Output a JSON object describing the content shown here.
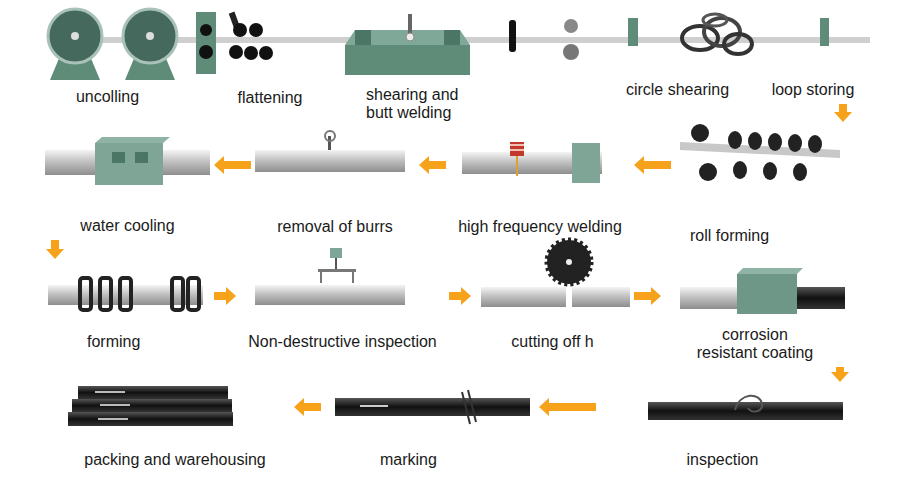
{
  "diagram": {
    "nodes": [
      {
        "text": [
          "uncolling"
        ]
      },
      {
        "text": [
          "flattening"
        ]
      },
      {
        "text": [
          "shearing and butt welding"
        ]
      },
      {
        "text": [
          "circle shearing"
        ]
      },
      {
        "text": [
          "loop storing"
        ]
      },
      {
        "text": [
          "roll forming"
        ]
      },
      {
        "text": [
          "high frequency welding"
        ]
      },
      {
        "text": [
          "removal of burrs"
        ]
      },
      {
        "text": [
          "water cooling"
        ]
      },
      {
        "text": [
          "forming"
        ]
      },
      {
        "text": [
          "Non-destructive inspection"
        ]
      },
      {
        "text": [
          "cutting off h"
        ]
      },
      {
        "text": [
          "corrosion resistant coating"
        ]
      },
      {
        "text": [
          "inspection"
        ]
      },
      {
        "text": [
          "marking"
        ]
      },
      {
        "text": [
          "packing and warehousing"
        ]
      }
    ],
    "edges": [
      {
        "from": 4,
        "to": 5,
        "arrow": "to"
      },
      {
        "from": 5,
        "to": 6,
        "arrow": "to"
      },
      {
        "from": 6,
        "to": 7,
        "arrow": "to"
      },
      {
        "from": 7,
        "to": 8,
        "arrow": "to"
      },
      {
        "from": 8,
        "to": 9,
        "arrow": "to"
      },
      {
        "from": 9,
        "to": 10,
        "arrow": "to"
      },
      {
        "from": 10,
        "to": 11,
        "arrow": "to"
      },
      {
        "from": 11,
        "to": 12,
        "arrow": "to"
      },
      {
        "from": 12,
        "to": 13,
        "arrow": "to"
      },
      {
        "from": 13,
        "to": 14,
        "arrow": "to"
      },
      {
        "from": 14,
        "to": 15,
        "arrow": "to"
      }
    ]
  }
}
